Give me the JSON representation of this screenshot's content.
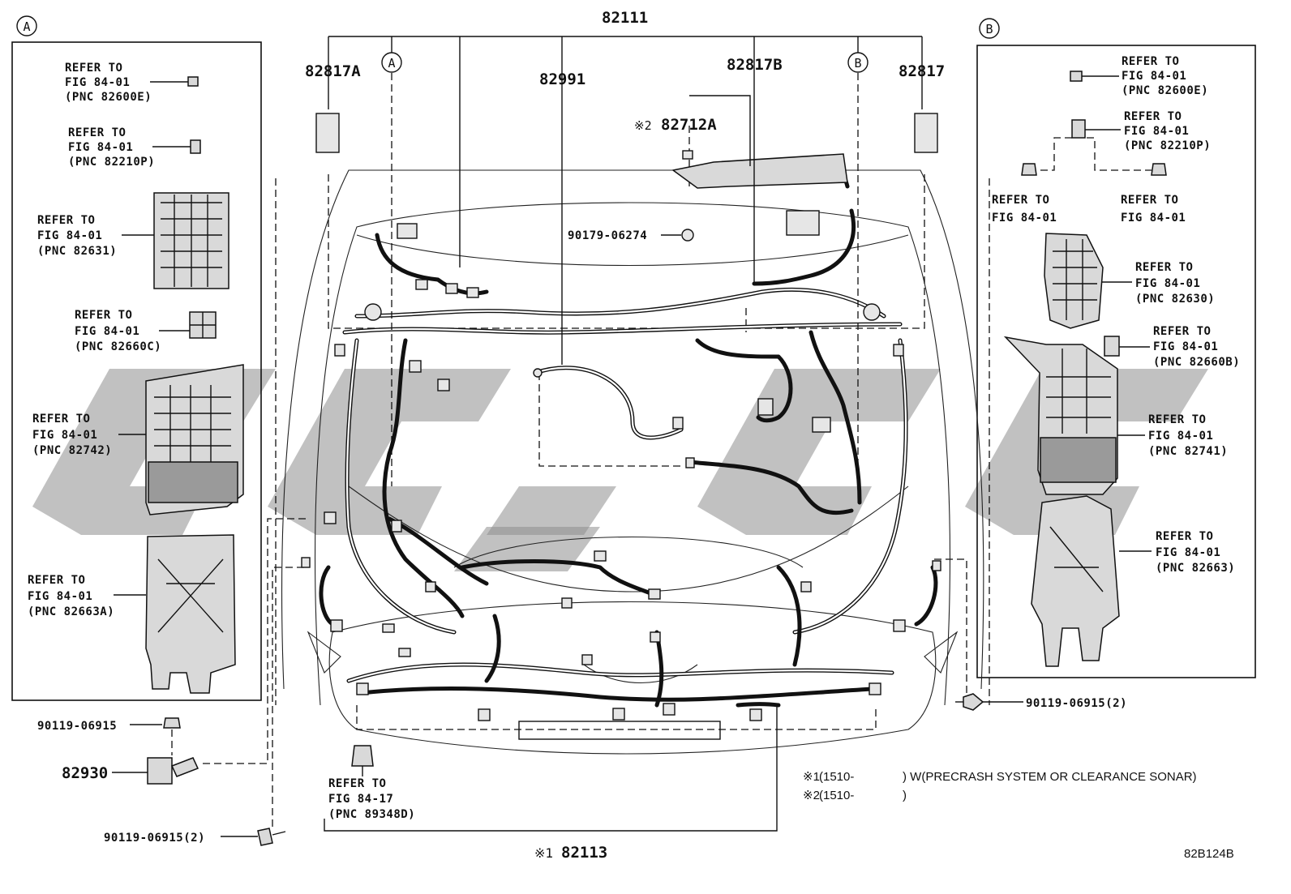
{
  "diagram": {
    "main_part": "82111",
    "upper_labels": {
      "p82817A": "82817A",
      "p82991": "82991",
      "p82817B": "82817B",
      "p82817": "82817",
      "p82712A": "82712A",
      "p82712A_mark": "※2",
      "p90179": "90179-06274"
    },
    "lower_labels": {
      "p82113": "82113",
      "p82113_mark": "※1",
      "p82930": "82930",
      "bolt_a": "90119-06915",
      "bolt_b": "90119-06915(2)",
      "bolt_c": "90119-06915(2)"
    },
    "callouts": {
      "a": "A",
      "b": "B"
    },
    "refer_to": "REFER TO",
    "refs_a": [
      {
        "fig": "FIG 84-01",
        "pnc": "(PNC 82600E)"
      },
      {
        "fig": "FIG 84-01",
        "pnc": "(PNC 82210P)"
      },
      {
        "fig": "FIG 84-01",
        "pnc": "(PNC 82631)"
      },
      {
        "fig": "FIG 84-01",
        "pnc": "(PNC 82660C)"
      },
      {
        "fig": "FIG 84-01",
        "pnc": "(PNC 82742)"
      },
      {
        "fig": "FIG 84-01",
        "pnc": "(PNC 82663A)"
      }
    ],
    "refs_b": [
      {
        "fig": "FIG 84-01",
        "pnc": "(PNC 82600E)"
      },
      {
        "fig": "FIG 84-01",
        "pnc": "(PNC 82210P)"
      },
      {
        "fig": "FIG 84-01",
        "pnc": ""
      },
      {
        "fig": "FIG 84-01",
        "pnc": ""
      },
      {
        "fig": "FIG 84-01",
        "pnc": "(PNC 82630)"
      },
      {
        "fig": "FIG 84-01",
        "pnc": "(PNC 82660B)"
      },
      {
        "fig": "FIG 84-01",
        "pnc": "(PNC 82741)"
      },
      {
        "fig": "FIG 84-01",
        "pnc": "(PNC 82663)"
      }
    ],
    "ref_bottom": {
      "fig": "FIG 84-17",
      "pnc": "(PNC 89348D)"
    },
    "notes": {
      "n1_mark": "※1",
      "n1_date": "(1510-",
      "n1_text": ") W(PRECRASH SYSTEM OR CLEARANCE SONAR)",
      "n2_mark": "※2",
      "n2_date": "(1510-",
      "n2_text": ")"
    },
    "diagram_id": "82B124B",
    "watermark_color": "#8e8e8e"
  }
}
